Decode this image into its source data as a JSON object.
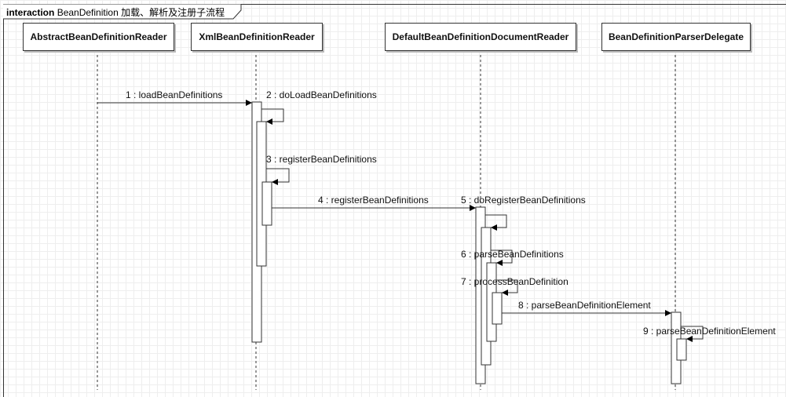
{
  "frame": {
    "keyword": "interaction",
    "name": "BeanDefinition 加载、解析及注册子流程"
  },
  "participants": [
    {
      "name": "AbstractBeanDefinitionReader"
    },
    {
      "name": "XmlBeanDefinitionReader"
    },
    {
      "name": "DefaultBeanDefinitionDocumentReader"
    },
    {
      "name": "BeanDefinitionParserDelegate"
    }
  ],
  "messages": [
    {
      "label": "1 : loadBeanDefinitions",
      "from": 0,
      "to": 1
    },
    {
      "label": "2 : doLoadBeanDefinitions",
      "from": 1,
      "to": 1
    },
    {
      "label": "3 : registerBeanDefinitions",
      "from": 1,
      "to": 1
    },
    {
      "label": "4 : registerBeanDefinitions",
      "from": 1,
      "to": 2
    },
    {
      "label": "5 : doRegisterBeanDefinitions",
      "from": 2,
      "to": 2
    },
    {
      "label": "6 : parseBeanDefinitions",
      "from": 2,
      "to": 2
    },
    {
      "label": "7 : processBeanDefinition",
      "from": 2,
      "to": 2
    },
    {
      "label": "8 : parseBeanDefinitionElement",
      "from": 2,
      "to": 3
    },
    {
      "label": "9 : parseBeanDefinitionElement",
      "from": 3,
      "to": 3
    }
  ],
  "colors": {
    "line": "#333333",
    "box_fill": "#ffffff",
    "shadow": "#bbbbbb",
    "grid": "#eeeeee"
  }
}
